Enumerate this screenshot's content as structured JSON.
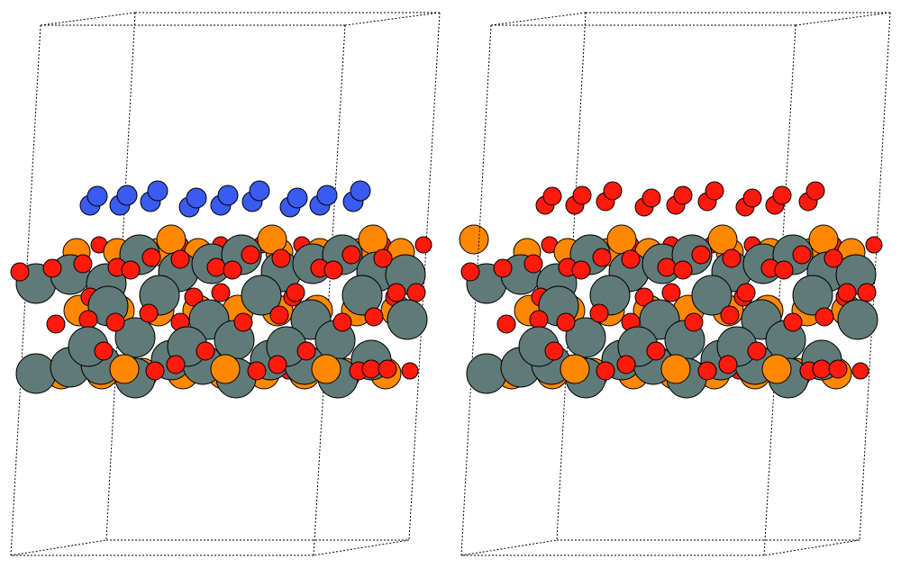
{
  "figure": {
    "panels": [
      {
        "id": "left",
        "adsorbate_element": "N",
        "adsorbate_color": "#3a5bf0"
      },
      {
        "id": "right",
        "adsorbate_element": "O",
        "adsorbate_color": "#ff1a0d"
      }
    ],
    "element_colors": {
      "large_metal": "#607a78",
      "medium_metal": "#ff8800",
      "oxygen": "#ff1a0d",
      "nitrogen": "#3a5bf0"
    },
    "cell_edge_style": "dashed"
  }
}
